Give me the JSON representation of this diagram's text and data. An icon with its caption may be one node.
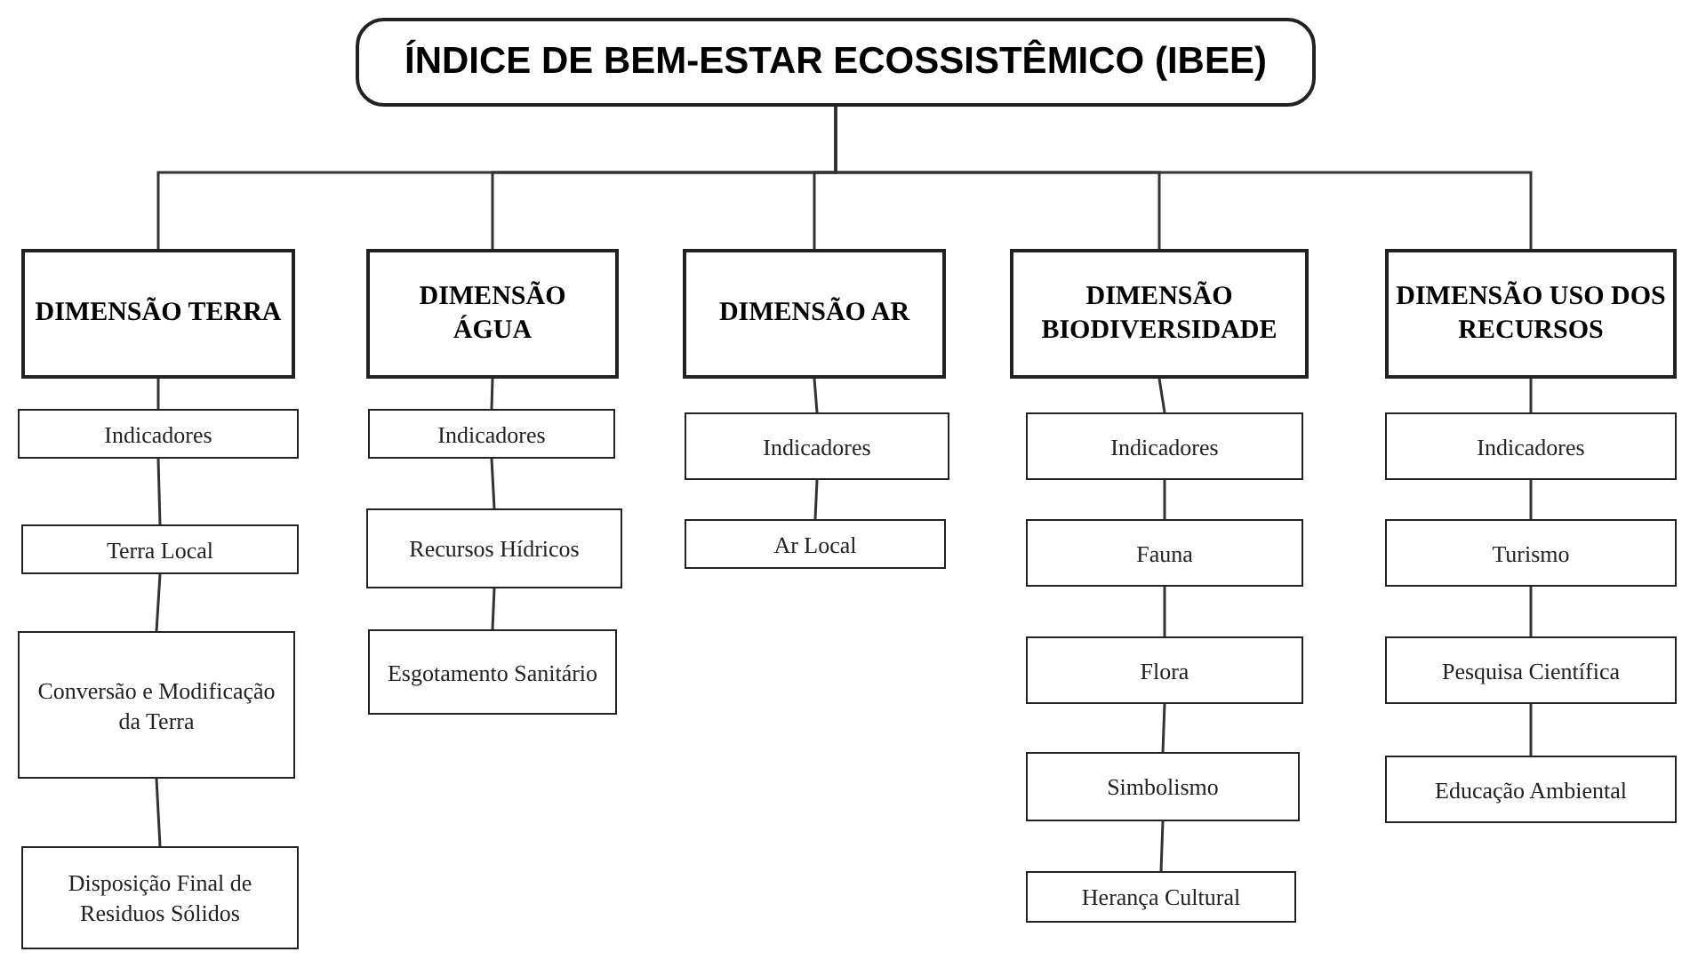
{
  "diagram": {
    "nodes": [
      {
        "text": [
          "ÍNDICE DE BEM-ESTAR ECOSSISTÊMICO (IBEE)"
        ]
      },
      {
        "text": [
          "DIMENSÃO TERRA"
        ]
      },
      {
        "text": [
          "Indicadores"
        ]
      },
      {
        "text": [
          "Terra Local"
        ]
      },
      {
        "text": [
          "Conversão e Modificação da Terra"
        ]
      },
      {
        "text": [
          "Disposição Final de Residuos Sólidos"
        ]
      },
      {
        "text": [
          "DIMENSÃO ÁGUA"
        ]
      },
      {
        "text": [
          "Indicadores"
        ]
      },
      {
        "text": [
          "Recursos Hídricos"
        ]
      },
      {
        "text": [
          "Esgotamento Sanitário"
        ]
      },
      {
        "text": [
          "DIMENSÃO AR"
        ]
      },
      {
        "text": [
          "Indicadores"
        ]
      },
      {
        "text": [
          "Ar Local"
        ]
      },
      {
        "text": [
          "DIMENSÃO BIODIVERSIDADE"
        ]
      },
      {
        "text": [
          "Indicadores"
        ]
      },
      {
        "text": [
          "Fauna"
        ]
      },
      {
        "text": [
          "Flora"
        ]
      },
      {
        "text": [
          "Simbolismo"
        ]
      },
      {
        "text": [
          "Herança Cultural"
        ]
      },
      {
        "text": [
          "DIMENSÃO USO DOS RECURSOS"
        ]
      },
      {
        "text": [
          "Indicadores"
        ]
      },
      {
        "text": [
          "Turismo"
        ]
      },
      {
        "text": [
          "Pesquisa Científica"
        ]
      },
      {
        "text": [
          "Educação Ambiental"
        ]
      }
    ],
    "edges": [
      {
        "from": 0,
        "to": 1,
        "arrow": "none"
      },
      {
        "from": 0,
        "to": 6,
        "arrow": "none"
      },
      {
        "from": 0,
        "to": 10,
        "arrow": "none"
      },
      {
        "from": 0,
        "to": 13,
        "arrow": "none"
      },
      {
        "from": 0,
        "to": 19,
        "arrow": "none"
      },
      {
        "from": 1,
        "to": 2,
        "arrow": "none"
      },
      {
        "from": 2,
        "to": 3,
        "arrow": "none"
      },
      {
        "from": 3,
        "to": 4,
        "arrow": "none"
      },
      {
        "from": 4,
        "to": 5,
        "arrow": "none"
      },
      {
        "from": 6,
        "to": 7,
        "arrow": "none"
      },
      {
        "from": 7,
        "to": 8,
        "arrow": "none"
      },
      {
        "from": 8,
        "to": 9,
        "arrow": "none"
      },
      {
        "from": 10,
        "to": 11,
        "arrow": "none"
      },
      {
        "from": 11,
        "to": 12,
        "arrow": "none"
      },
      {
        "from": 13,
        "to": 14,
        "arrow": "none"
      },
      {
        "from": 14,
        "to": 15,
        "arrow": "none"
      },
      {
        "from": 15,
        "to": 16,
        "arrow": "none"
      },
      {
        "from": 16,
        "to": 17,
        "arrow": "none"
      },
      {
        "from": 17,
        "to": 18,
        "arrow": "none"
      },
      {
        "from": 19,
        "to": 20,
        "arrow": "none"
      },
      {
        "from": 20,
        "to": 21,
        "arrow": "none"
      },
      {
        "from": 21,
        "to": 22,
        "arrow": "none"
      },
      {
        "from": 22,
        "to": 23,
        "arrow": "none"
      }
    ]
  }
}
